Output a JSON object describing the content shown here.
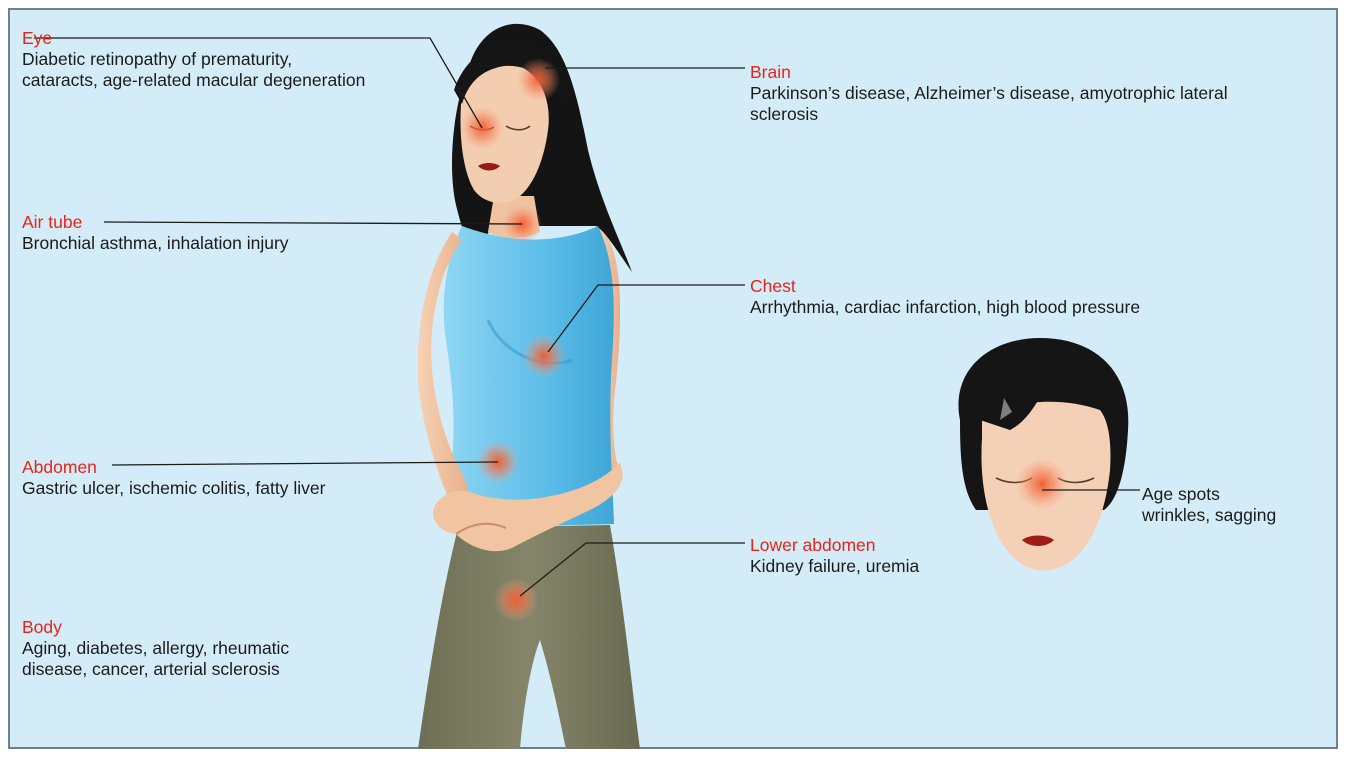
{
  "labels": {
    "eye": {
      "title": "Eye",
      "desc": "Diabetic retinopathy of prematurity,\ncataracts, age-related macular degeneration"
    },
    "brain": {
      "title": "Brain",
      "desc": "Parkinson’s disease, Alzheimer’s disease, amyotrophic lateral\nsclerosis"
    },
    "air_tube": {
      "title": "Air tube",
      "desc": "Bronchial asthma, inhalation injury"
    },
    "chest": {
      "title": "Chest",
      "desc": "Arrhythmia, cardiac infarction, high blood pressure"
    },
    "abdomen": {
      "title": "Abdomen",
      "desc": "Gastric ulcer, ischemic colitis, fatty liver"
    },
    "lower_abdomen": {
      "title": "Lower abdomen",
      "desc": "Kidney failure, uremia"
    },
    "body": {
      "title": "Body",
      "desc": "Aging, diabetes, allergy, rheumatic\ndisease, cancer, arterial sclerosis"
    },
    "age_spots": {
      "title": "",
      "desc": "Age spots\nwrinkles, sagging"
    }
  },
  "colors": {
    "background": "#d3ecf8",
    "title_red": "#e8241a",
    "text": "#1b1b1b",
    "shirt": "#6cc4ea",
    "pants": "#7a7a60",
    "skin": "#f4c8a6",
    "hair": "#111111",
    "hotspot": "#f0603a"
  }
}
